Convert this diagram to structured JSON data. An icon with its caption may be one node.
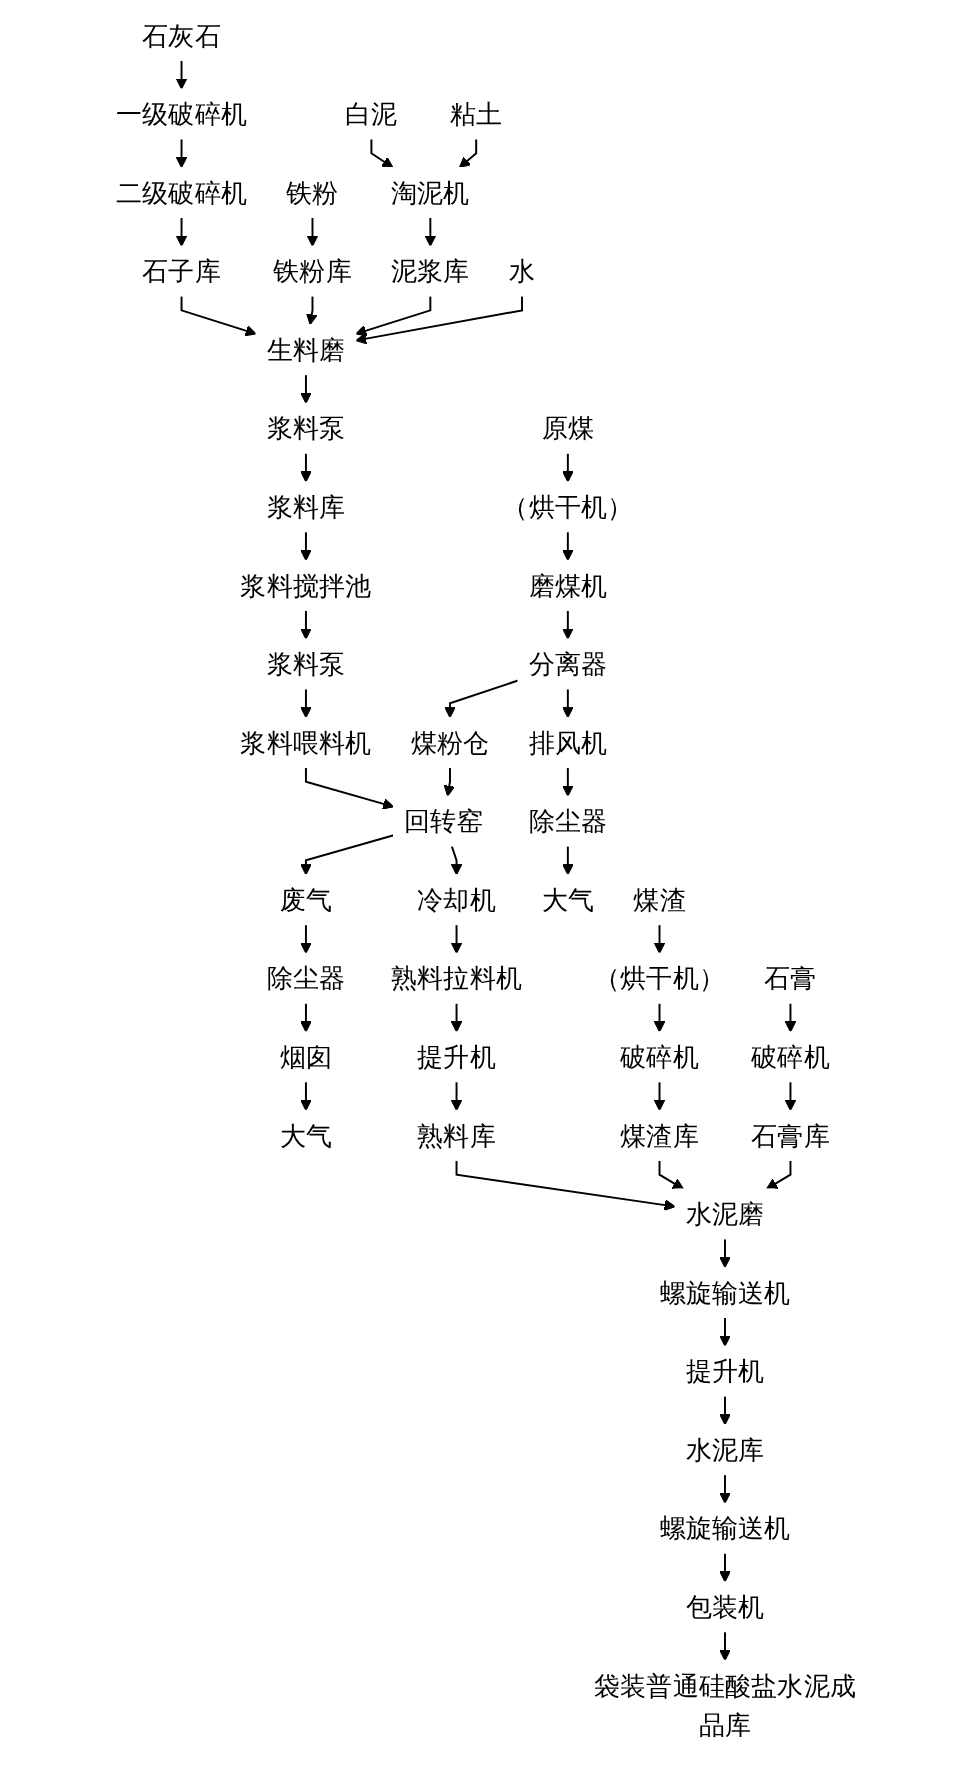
{
  "diagram": {
    "nodes": [
      {
        "text": [
          "石灰石"
        ]
      },
      {
        "text": [
          "一级破碎机"
        ]
      },
      {
        "text": [
          "二级破碎机"
        ]
      },
      {
        "text": [
          "石子库"
        ]
      },
      {
        "text": [
          "铁粉"
        ]
      },
      {
        "text": [
          "铁粉库"
        ]
      },
      {
        "text": [
          "白泥"
        ]
      },
      {
        "text": [
          "粘土"
        ]
      },
      {
        "text": [
          "淘泥机"
        ]
      },
      {
        "text": [
          "泥浆库"
        ]
      },
      {
        "text": [
          "水"
        ]
      },
      {
        "text": [
          "生料磨"
        ]
      },
      {
        "text": [
          "浆料泵"
        ]
      },
      {
        "text": [
          "浆料库"
        ]
      },
      {
        "text": [
          "浆料搅拌池"
        ]
      },
      {
        "text": [
          "浆料泵"
        ]
      },
      {
        "text": [
          "浆料喂料机"
        ]
      },
      {
        "text": [
          "回转窑"
        ]
      },
      {
        "text": [
          "原煤"
        ]
      },
      {
        "text": [
          "（烘干机）"
        ]
      },
      {
        "text": [
          "磨煤机"
        ]
      },
      {
        "text": [
          "分离器"
        ]
      },
      {
        "text": [
          "煤粉仓"
        ]
      },
      {
        "text": [
          "排风机"
        ]
      },
      {
        "text": [
          "除尘器"
        ]
      },
      {
        "text": [
          "大气"
        ]
      },
      {
        "text": [
          "废气"
        ]
      },
      {
        "text": [
          "除尘器"
        ]
      },
      {
        "text": [
          "烟囱"
        ]
      },
      {
        "text": [
          "大气"
        ]
      },
      {
        "text": [
          "冷却机"
        ]
      },
      {
        "text": [
          "熟料拉料机"
        ]
      },
      {
        "text": [
          "提升机"
        ]
      },
      {
        "text": [
          "熟料库"
        ]
      },
      {
        "text": [
          "煤渣"
        ]
      },
      {
        "text": [
          "（烘干机）"
        ]
      },
      {
        "text": [
          "破碎机"
        ]
      },
      {
        "text": [
          "煤渣库"
        ]
      },
      {
        "text": [
          "石膏"
        ]
      },
      {
        "text": [
          "破碎机"
        ]
      },
      {
        "text": [
          "石膏库"
        ]
      },
      {
        "text": [
          "水泥磨"
        ]
      },
      {
        "text": [
          "螺旋输送机"
        ]
      },
      {
        "text": [
          "提升机"
        ]
      },
      {
        "text": [
          "水泥库"
        ]
      },
      {
        "text": [
          "螺旋输送机"
        ]
      },
      {
        "text": [
          "包装机"
        ]
      },
      {
        "text": [
          "袋装普通硅酸盐水泥成品库"
        ]
      }
    ],
    "edges": [
      {
        "from": 0,
        "to": 1,
        "arrow": "to"
      },
      {
        "from": 1,
        "to": 2,
        "arrow": "to"
      },
      {
        "from": 2,
        "to": 3,
        "arrow": "to"
      },
      {
        "from": 3,
        "to": 11,
        "arrow": "to"
      },
      {
        "from": 4,
        "to": 5,
        "arrow": "to"
      },
      {
        "from": 5,
        "to": 11,
        "arrow": "to"
      },
      {
        "from": 6,
        "to": 8,
        "arrow": "to"
      },
      {
        "from": 7,
        "to": 8,
        "arrow": "to"
      },
      {
        "from": 8,
        "to": 9,
        "arrow": "to"
      },
      {
        "from": 9,
        "to": 11,
        "arrow": "to"
      },
      {
        "from": 10,
        "to": 11,
        "arrow": "to"
      },
      {
        "from": 11,
        "to": 12,
        "arrow": "to"
      },
      {
        "from": 12,
        "to": 13,
        "arrow": "to"
      },
      {
        "from": 13,
        "to": 14,
        "arrow": "to"
      },
      {
        "from": 14,
        "to": 15,
        "arrow": "to"
      },
      {
        "from": 15,
        "to": 16,
        "arrow": "to"
      },
      {
        "from": 16,
        "to": 17,
        "arrow": "to"
      },
      {
        "from": 18,
        "to": 19,
        "arrow": "to"
      },
      {
        "from": 19,
        "to": 20,
        "arrow": "to"
      },
      {
        "from": 20,
        "to": 21,
        "arrow": "to"
      },
      {
        "from": 21,
        "to": 22,
        "arrow": "to"
      },
      {
        "from": 22,
        "to": 17,
        "arrow": "to"
      },
      {
        "from": 21,
        "to": 23,
        "arrow": "to"
      },
      {
        "from": 23,
        "to": 24,
        "arrow": "to"
      },
      {
        "from": 24,
        "to": 25,
        "arrow": "to"
      },
      {
        "from": 17,
        "to": 26,
        "arrow": "to"
      },
      {
        "from": 26,
        "to": 27,
        "arrow": "to"
      },
      {
        "from": 27,
        "to": 28,
        "arrow": "to"
      },
      {
        "from": 28,
        "to": 29,
        "arrow": "to"
      },
      {
        "from": 17,
        "to": 30,
        "arrow": "to"
      },
      {
        "from": 30,
        "to": 31,
        "arrow": "to"
      },
      {
        "from": 31,
        "to": 32,
        "arrow": "to"
      },
      {
        "from": 32,
        "to": 33,
        "arrow": "to"
      },
      {
        "from": 33,
        "to": 41,
        "arrow": "to"
      },
      {
        "from": 34,
        "to": 35,
        "arrow": "to"
      },
      {
        "from": 35,
        "to": 36,
        "arrow": "to"
      },
      {
        "from": 36,
        "to": 37,
        "arrow": "to"
      },
      {
        "from": 37,
        "to": 41,
        "arrow": "to"
      },
      {
        "from": 38,
        "to": 39,
        "arrow": "to"
      },
      {
        "from": 39,
        "to": 40,
        "arrow": "to"
      },
      {
        "from": 40,
        "to": 41,
        "arrow": "to"
      },
      {
        "from": 41,
        "to": 42,
        "arrow": "to"
      },
      {
        "from": 42,
        "to": 43,
        "arrow": "to"
      },
      {
        "from": 43,
        "to": 44,
        "arrow": "to"
      },
      {
        "from": 44,
        "to": 45,
        "arrow": "to"
      },
      {
        "from": 45,
        "to": 46,
        "arrow": "to"
      },
      {
        "from": 46,
        "to": 47,
        "arrow": "to"
      }
    ]
  }
}
